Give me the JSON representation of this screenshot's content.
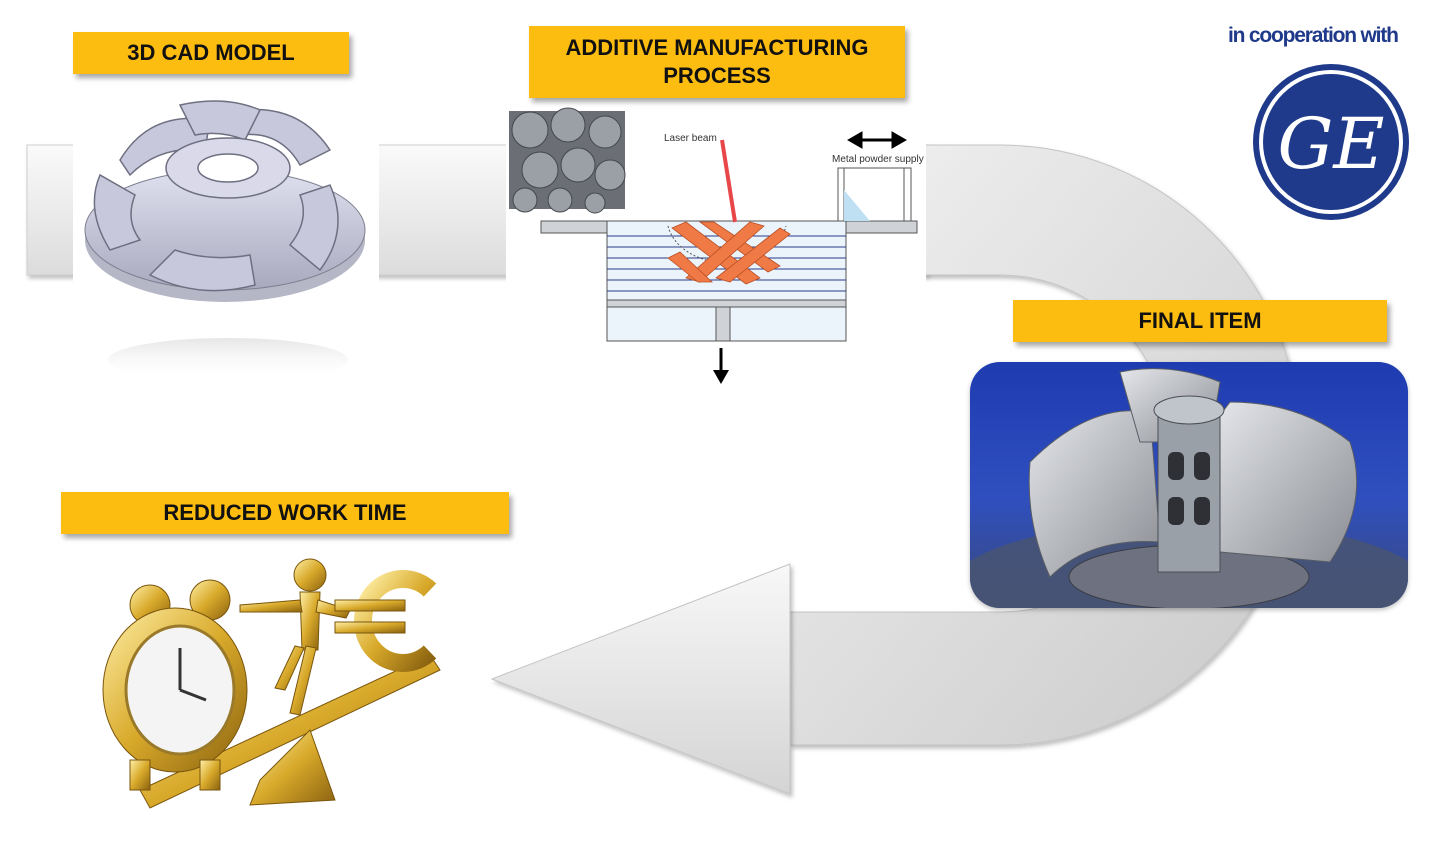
{
  "labels": {
    "cad_model": "3D CAD MODEL",
    "am_process": "ADDITIVE MANUFACTURING\nPROCESS",
    "final_item": "FINAL ITEM",
    "reduced_work_time": "REDUCED WORK TIME"
  },
  "am_diagram": {
    "laser_beam": "Laser beam",
    "metal_powder_supply": "Metal powder supply"
  },
  "partner": {
    "cooperation_text": "in cooperation with",
    "logo_text": "GE",
    "logo_icon": "ge-logo-icon"
  },
  "colors": {
    "label_bg": "#fdbd10",
    "logo_blue": "#1f3a8a",
    "laser_red": "#e8474a",
    "lattice_orange": "#f07a45"
  }
}
